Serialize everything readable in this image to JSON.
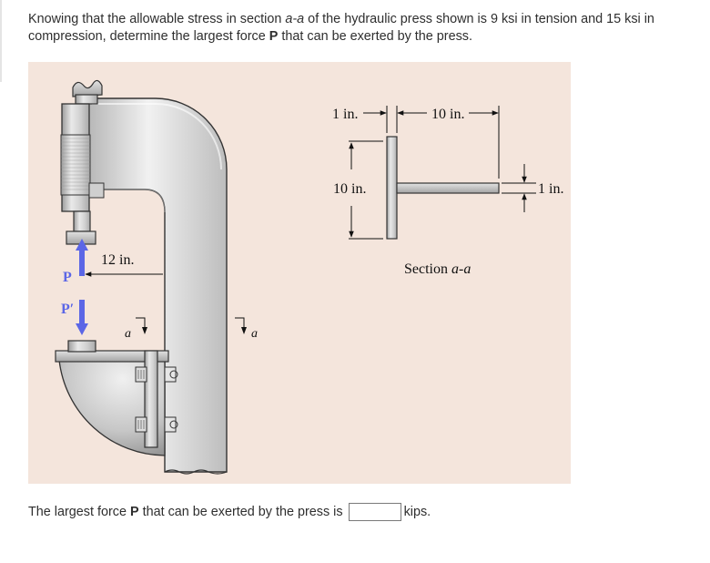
{
  "question": {
    "part1": "Knowing that the allowable stress in section ",
    "section_italic": "a-a",
    "part2": " of the hydraulic press shown is 9 ksi in tension and 15 ksi in compression, determine the largest force ",
    "force_bold": "P",
    "part3": " that can be exerted by the press."
  },
  "figure": {
    "labels": {
      "flange_thickness": "1 in.",
      "flange_width": "10 in.",
      "web_height": "10 in.",
      "web_thickness": "1 in.",
      "section_prefix": "Section ",
      "section_name": "a-a",
      "offset": "12 in.",
      "force_p": "P",
      "force_p_prime": "P′",
      "cut_left": "a",
      "cut_right": "a"
    },
    "colors": {
      "background": "#f4e5dc",
      "force_arrow": "#5b66e6",
      "steel": "#cfcfcf"
    }
  },
  "answer": {
    "prefix": "The largest force ",
    "force_bold": "P",
    "middle": " that can be exerted by the press is",
    "value": "",
    "unit": "kips."
  }
}
